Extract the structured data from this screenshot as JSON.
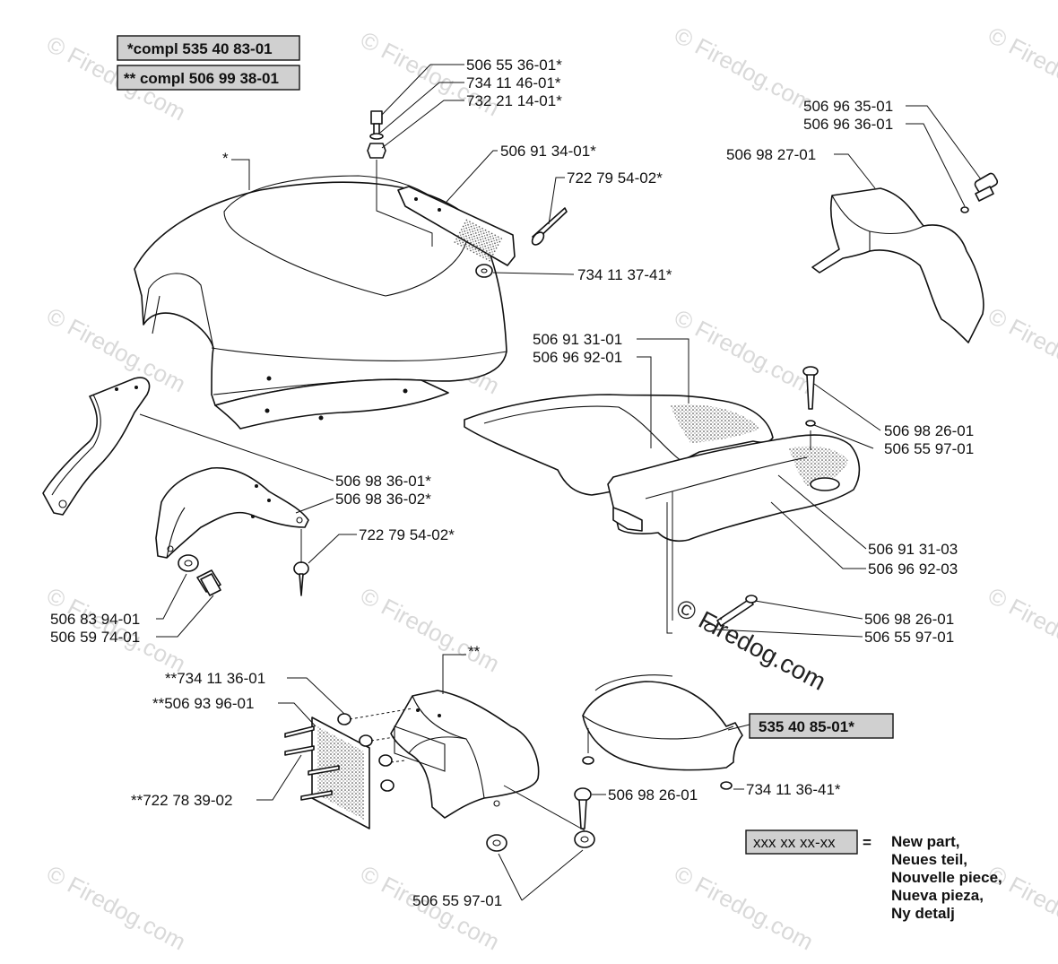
{
  "kit_boxes": {
    "compl_1": "*compl 535 40 83-01",
    "compl_2": "** compl 506 99 38-01",
    "kit_3": "535 40 85-01*"
  },
  "markers": {
    "hood_star": "*",
    "cover_double_star": "**"
  },
  "labels": {
    "p1": "506 55 36-01*",
    "p2": "734 11 46-01*",
    "p3": "732 21 14-01*",
    "p4": "506 91 34-01*",
    "p5": "722 79 54-02*",
    "p6": "734 11 37-41*",
    "p7": "506 96 35-01",
    "p8": "506 96 36-01",
    "p9": "506 98 27-01",
    "p10": "506 91 31-01",
    "p11": "506 96 92-01",
    "p12": "506 98 26-01",
    "p13": "506 55 97-01",
    "p14": "506 98 36-01*",
    "p15": "506 98 36-02*",
    "p16": "722 79 54-02*",
    "p17": "506 91 31-03",
    "p18": "506 96 92-03",
    "p19": "506 83 94-01",
    "p20": "506 59 74-01",
    "p21": "506 98 26-01",
    "p22": "506 55 97-01",
    "p23": "**734 11 36-01",
    "p24": "**506 93 96-01",
    "p25": "**722 78 39-02",
    "p26": "506 98 26-01",
    "p27": "734 11 36-41*",
    "p28": "506 55 97-01"
  },
  "legend": {
    "swatch": "xxx xx xx-xx",
    "equals": "=",
    "lines": [
      "New part,",
      "Neues teil,",
      "Nouvelle piece,",
      "Nueva pieza,",
      "Ny detalj"
    ]
  },
  "watermark": {
    "text": "© Firedog.com"
  }
}
